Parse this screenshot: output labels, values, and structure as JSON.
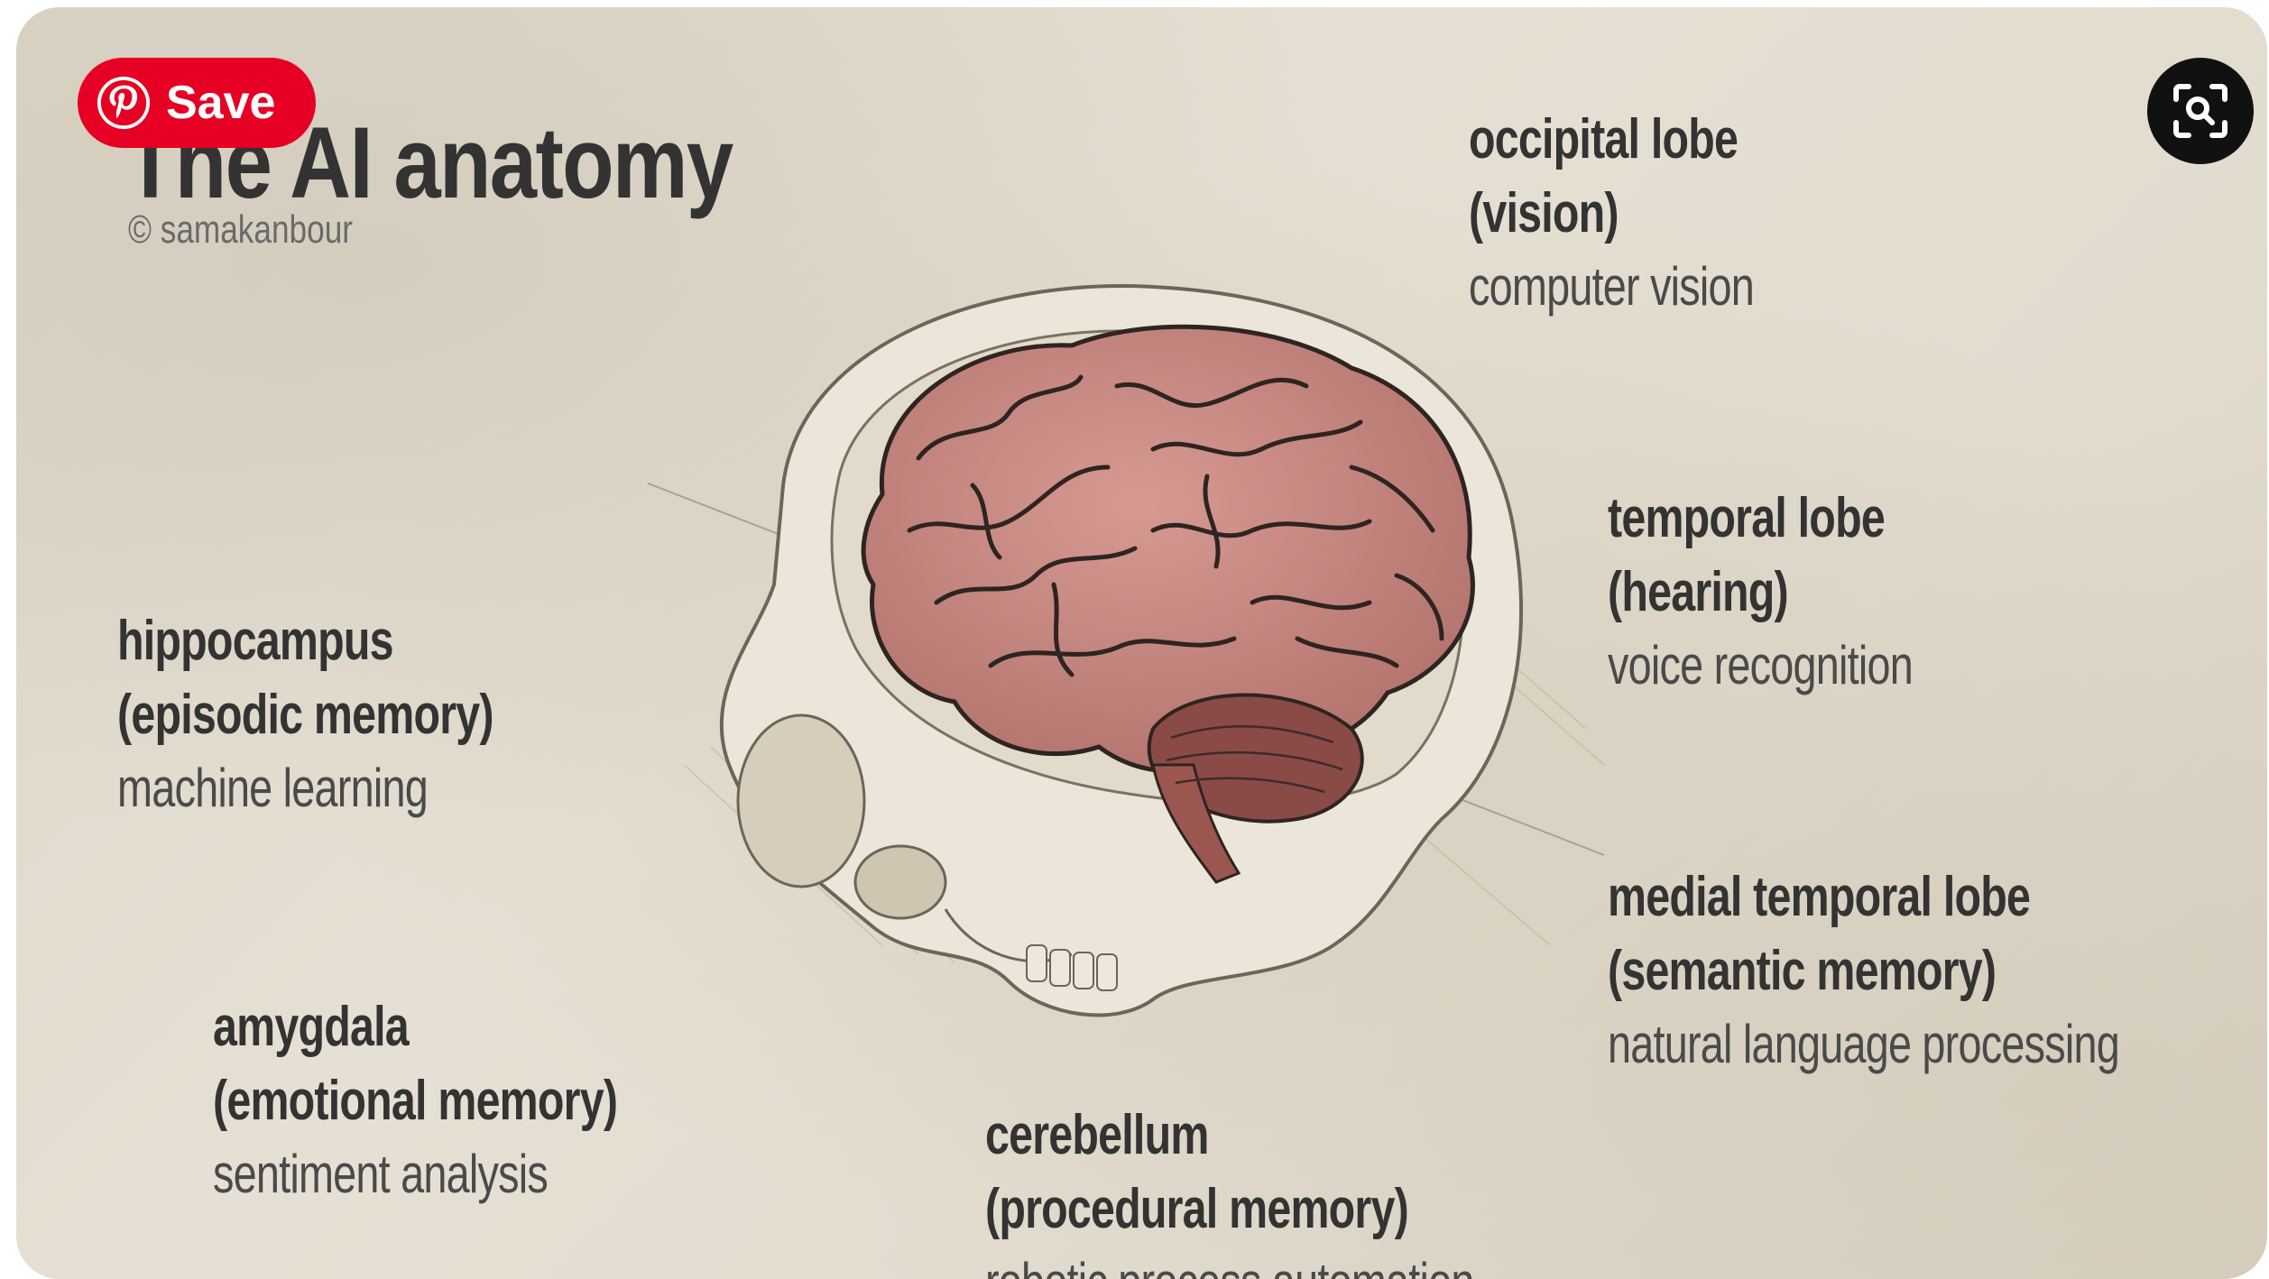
{
  "pin": {
    "save_label": "Save",
    "save_icon": "pinterest-logo-icon",
    "lens_icon": "visual-search-icon",
    "accent": "#e60023"
  },
  "poster": {
    "title": "The AI anatomy",
    "credit": "© samakanbour",
    "labels": {
      "occipital": {
        "part": "occipital lobe",
        "function": "(vision)",
        "ai": "computer vision"
      },
      "temporal": {
        "part": "temporal lobe",
        "function": "(hearing)",
        "ai": "voice recognition"
      },
      "hippocampus": {
        "part": "hippocampus",
        "function": "(episodic memory)",
        "ai": "machine learning"
      },
      "medial": {
        "part": "medial temporal lobe",
        "function": "(semantic memory)",
        "ai": "natural language processing"
      },
      "amygdala": {
        "part": "amygdala",
        "function": "(emotional memory)",
        "ai": "sentiment analysis"
      },
      "cerebellum": {
        "part": "cerebellum",
        "function": "(procedural memory)",
        "ai": "robotic process automation"
      }
    },
    "colors": {
      "brain": "#c98a84",
      "paper": "#e3ddd0",
      "ink": "#333333"
    }
  }
}
